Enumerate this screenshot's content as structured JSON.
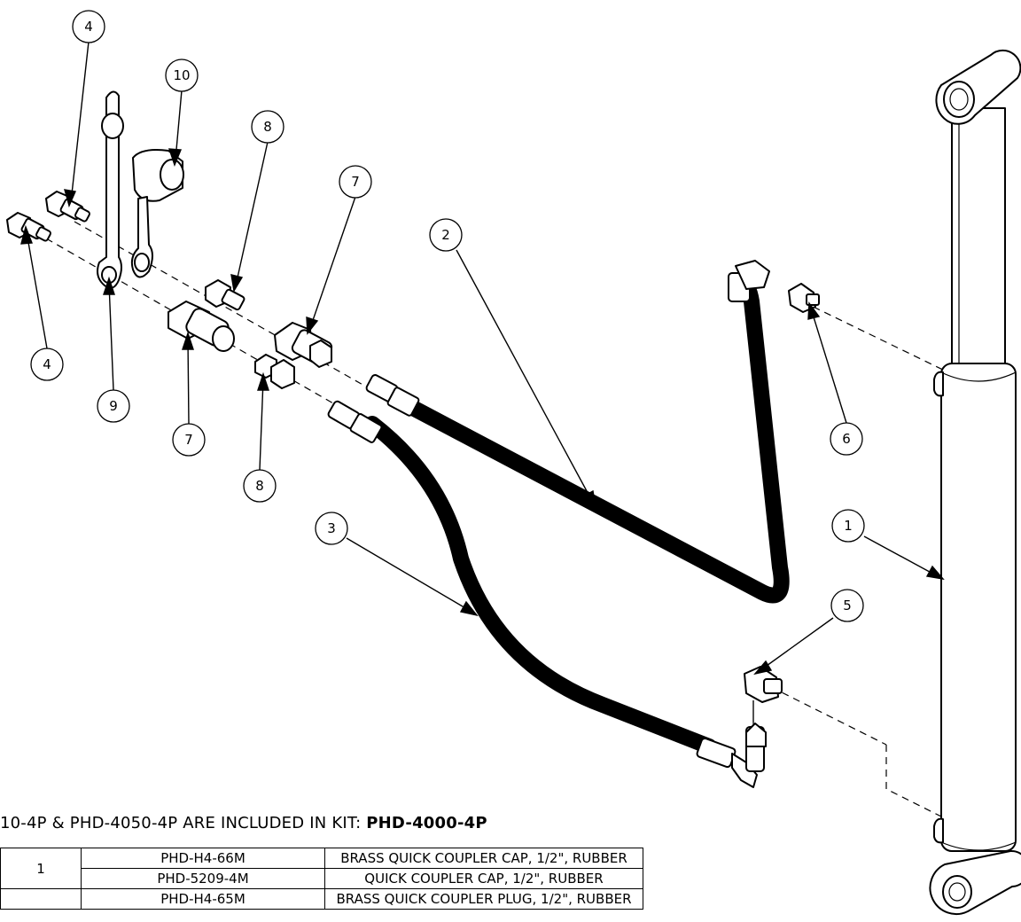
{
  "balloons": [
    {
      "label": "4"
    },
    {
      "label": "10"
    },
    {
      "label": "8"
    },
    {
      "label": "7"
    },
    {
      "label": "2"
    },
    {
      "label": "4"
    },
    {
      "label": "9"
    },
    {
      "label": "7"
    },
    {
      "label": "8"
    },
    {
      "label": "6"
    },
    {
      "label": "1"
    },
    {
      "label": "3"
    },
    {
      "label": "5"
    }
  ],
  "kit_note": {
    "text": "10-4P & PHD-4050-4P ARE INCLUDED IN KIT: ",
    "kit_number": "PHD-4000-4P"
  },
  "table": {
    "rows": [
      {
        "item": "1",
        "part": "PHD-H4-66M",
        "description": "BRASS QUICK COUPLER CAP, 1/2\", RUBBER"
      },
      {
        "item": "",
        "part": "PHD-5209-4M",
        "description": "QUICK COUPLER CAP, 1/2\", RUBBER"
      },
      {
        "item": "",
        "part": "PHD-H4-65M",
        "description": "BRASS QUICK COUPLER PLUG, 1/2\", RUBBER"
      }
    ]
  }
}
